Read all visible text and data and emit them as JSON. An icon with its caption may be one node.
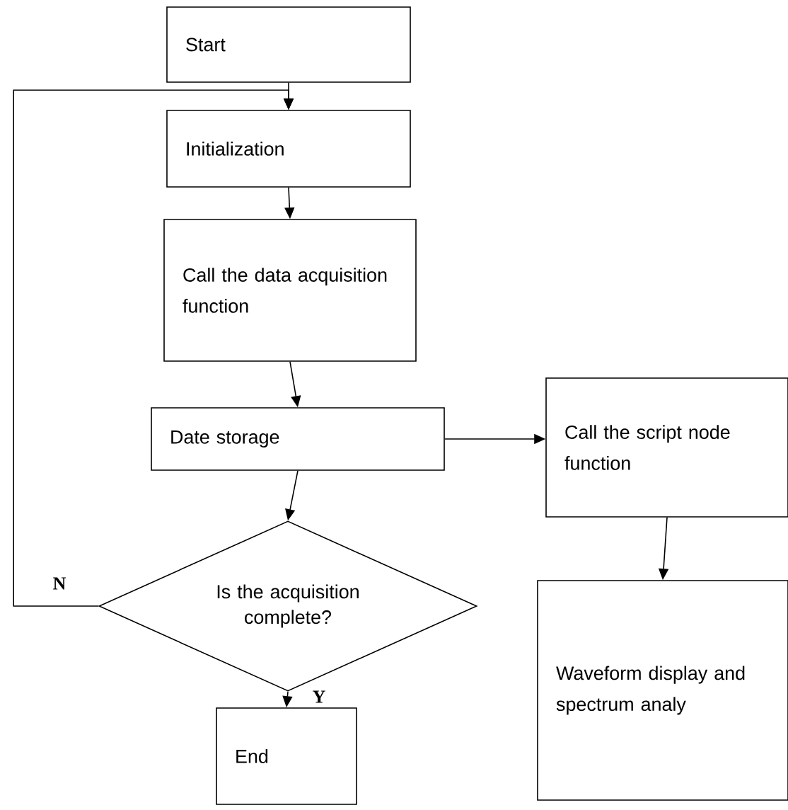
{
  "diagram": {
    "nodes": [
      {
        "text": [
          "Start"
        ]
      },
      {
        "text": [
          "Initialization"
        ]
      },
      {
        "text": [
          "Call the data acquisition function"
        ]
      },
      {
        "text": [
          "Date storage"
        ]
      },
      {
        "text": [
          "Is the acquisition complete?"
        ]
      },
      {
        "text": [
          "End"
        ]
      },
      {
        "text": [
          "Call the script node function"
        ]
      },
      {
        "text": [
          "Waveform display and spectrum analy"
        ]
      }
    ],
    "edges": [
      {
        "from": 0,
        "to": 1,
        "arrow": "to"
      },
      {
        "from": 1,
        "to": 2,
        "arrow": "to"
      },
      {
        "from": 2,
        "to": 3,
        "arrow": "to"
      },
      {
        "from": 3,
        "to": 4,
        "arrow": "to"
      },
      {
        "from": 4,
        "to": 5,
        "arrow": "to",
        "label": "Y"
      },
      {
        "from": 4,
        "to": 1,
        "arrow": "to",
        "label": "N"
      },
      {
        "from": 3,
        "to": 6,
        "arrow": "to"
      },
      {
        "from": 6,
        "to": 7,
        "arrow": "to"
      }
    ]
  }
}
